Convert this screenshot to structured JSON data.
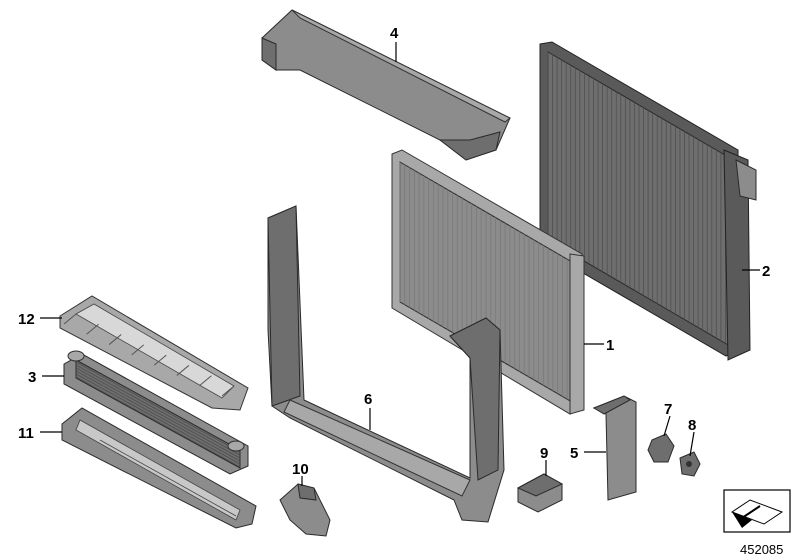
{
  "diagram": {
    "callouts": [
      {
        "id": "c1",
        "label": "1"
      },
      {
        "id": "c2",
        "label": "2"
      },
      {
        "id": "c3",
        "label": "3"
      },
      {
        "id": "c4",
        "label": "4"
      },
      {
        "id": "c5",
        "label": "5"
      },
      {
        "id": "c6",
        "label": "6"
      },
      {
        "id": "c7",
        "label": "7"
      },
      {
        "id": "c8",
        "label": "8"
      },
      {
        "id": "c9",
        "label": "9"
      },
      {
        "id": "c10",
        "label": "10"
      },
      {
        "id": "c11",
        "label": "11"
      },
      {
        "id": "c12",
        "label": "12"
      }
    ],
    "document_number": "452085",
    "icons": {
      "direction_symbol": "direction-arrow-icon"
    },
    "colors": {
      "part_fill": "#8c8c8c",
      "part_dark": "#6e6e6e",
      "line": "#000000",
      "background": "#ffffff"
    }
  }
}
